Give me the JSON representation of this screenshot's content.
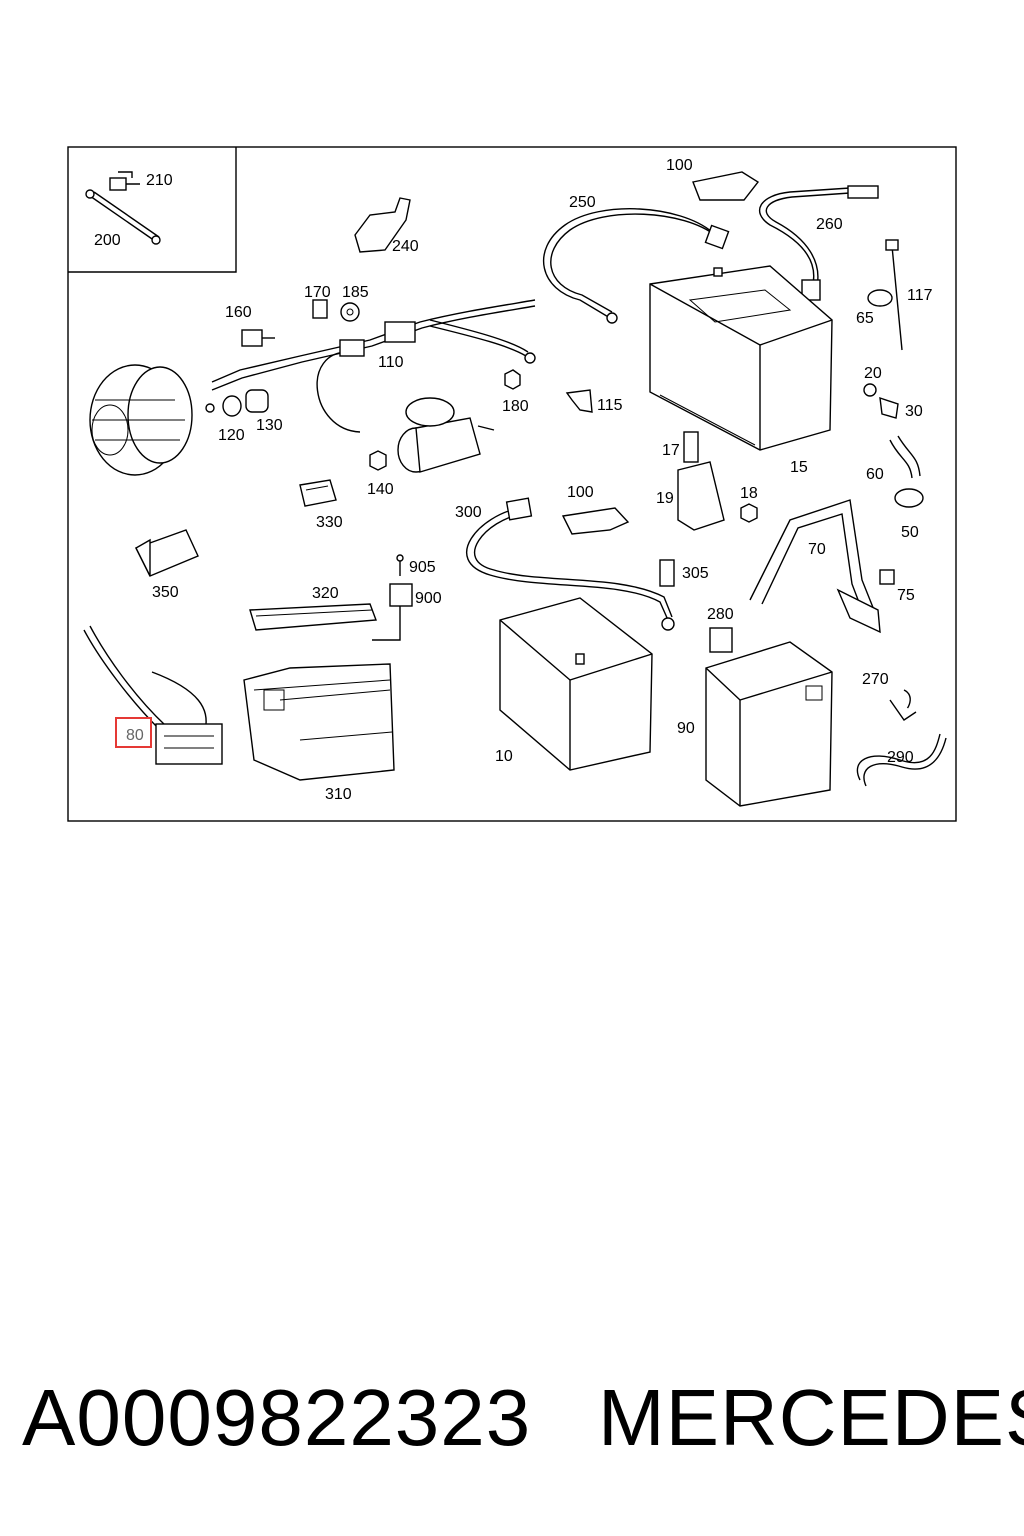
{
  "diagram": {
    "labels": [
      "210",
      "200",
      "240",
      "100",
      "250",
      "260",
      "117",
      "65",
      "170",
      "185",
      "160",
      "110",
      "180",
      "115",
      "120",
      "130",
      "17",
      "19",
      "18",
      "15",
      "20",
      "30",
      "60",
      "50",
      "140",
      "330",
      "300",
      "100",
      "305",
      "70",
      "75",
      "350",
      "320",
      "905",
      "900",
      "280",
      "270",
      "290",
      "310",
      "10",
      "90",
      "80"
    ],
    "highlighted_label": "80",
    "highlight_color": "#e53935",
    "line_color": "#000000"
  },
  "caption": {
    "part_number": "A0009822323",
    "brand": "MERCEDES"
  }
}
